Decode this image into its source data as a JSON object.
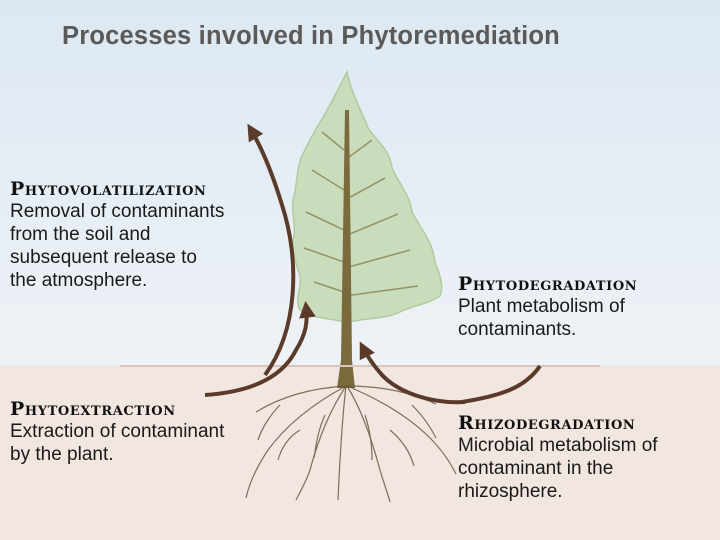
{
  "title": "Processes involved in Phytoremediation",
  "processes": {
    "phytovolatilization": {
      "heading": "Phytovolatilization",
      "lines": [
        "Removal of contaminants",
        "from the soil and",
        "subsequent release to",
        "the atmosphere."
      ]
    },
    "phytoextraction": {
      "heading": "Phytoextraction",
      "lines": [
        "Extraction of contaminant",
        "by the plant."
      ]
    },
    "phytodegradation": {
      "heading": "Phytodegradation",
      "lines": [
        "Plant metabolism of",
        "contaminants."
      ]
    },
    "rhizodegradation": {
      "heading": "Rhizodegradation",
      "lines": [
        "Microbial metabolism of",
        "contaminant in the",
        "rhizosphere."
      ]
    }
  },
  "colors": {
    "sky": "#e3ecf4",
    "soil": "#f1e6e0",
    "foliage": "#c8dcbb",
    "trunk": "#7a6a3c",
    "arrow": "#5a3b2a",
    "title": "#5a5a5a"
  }
}
